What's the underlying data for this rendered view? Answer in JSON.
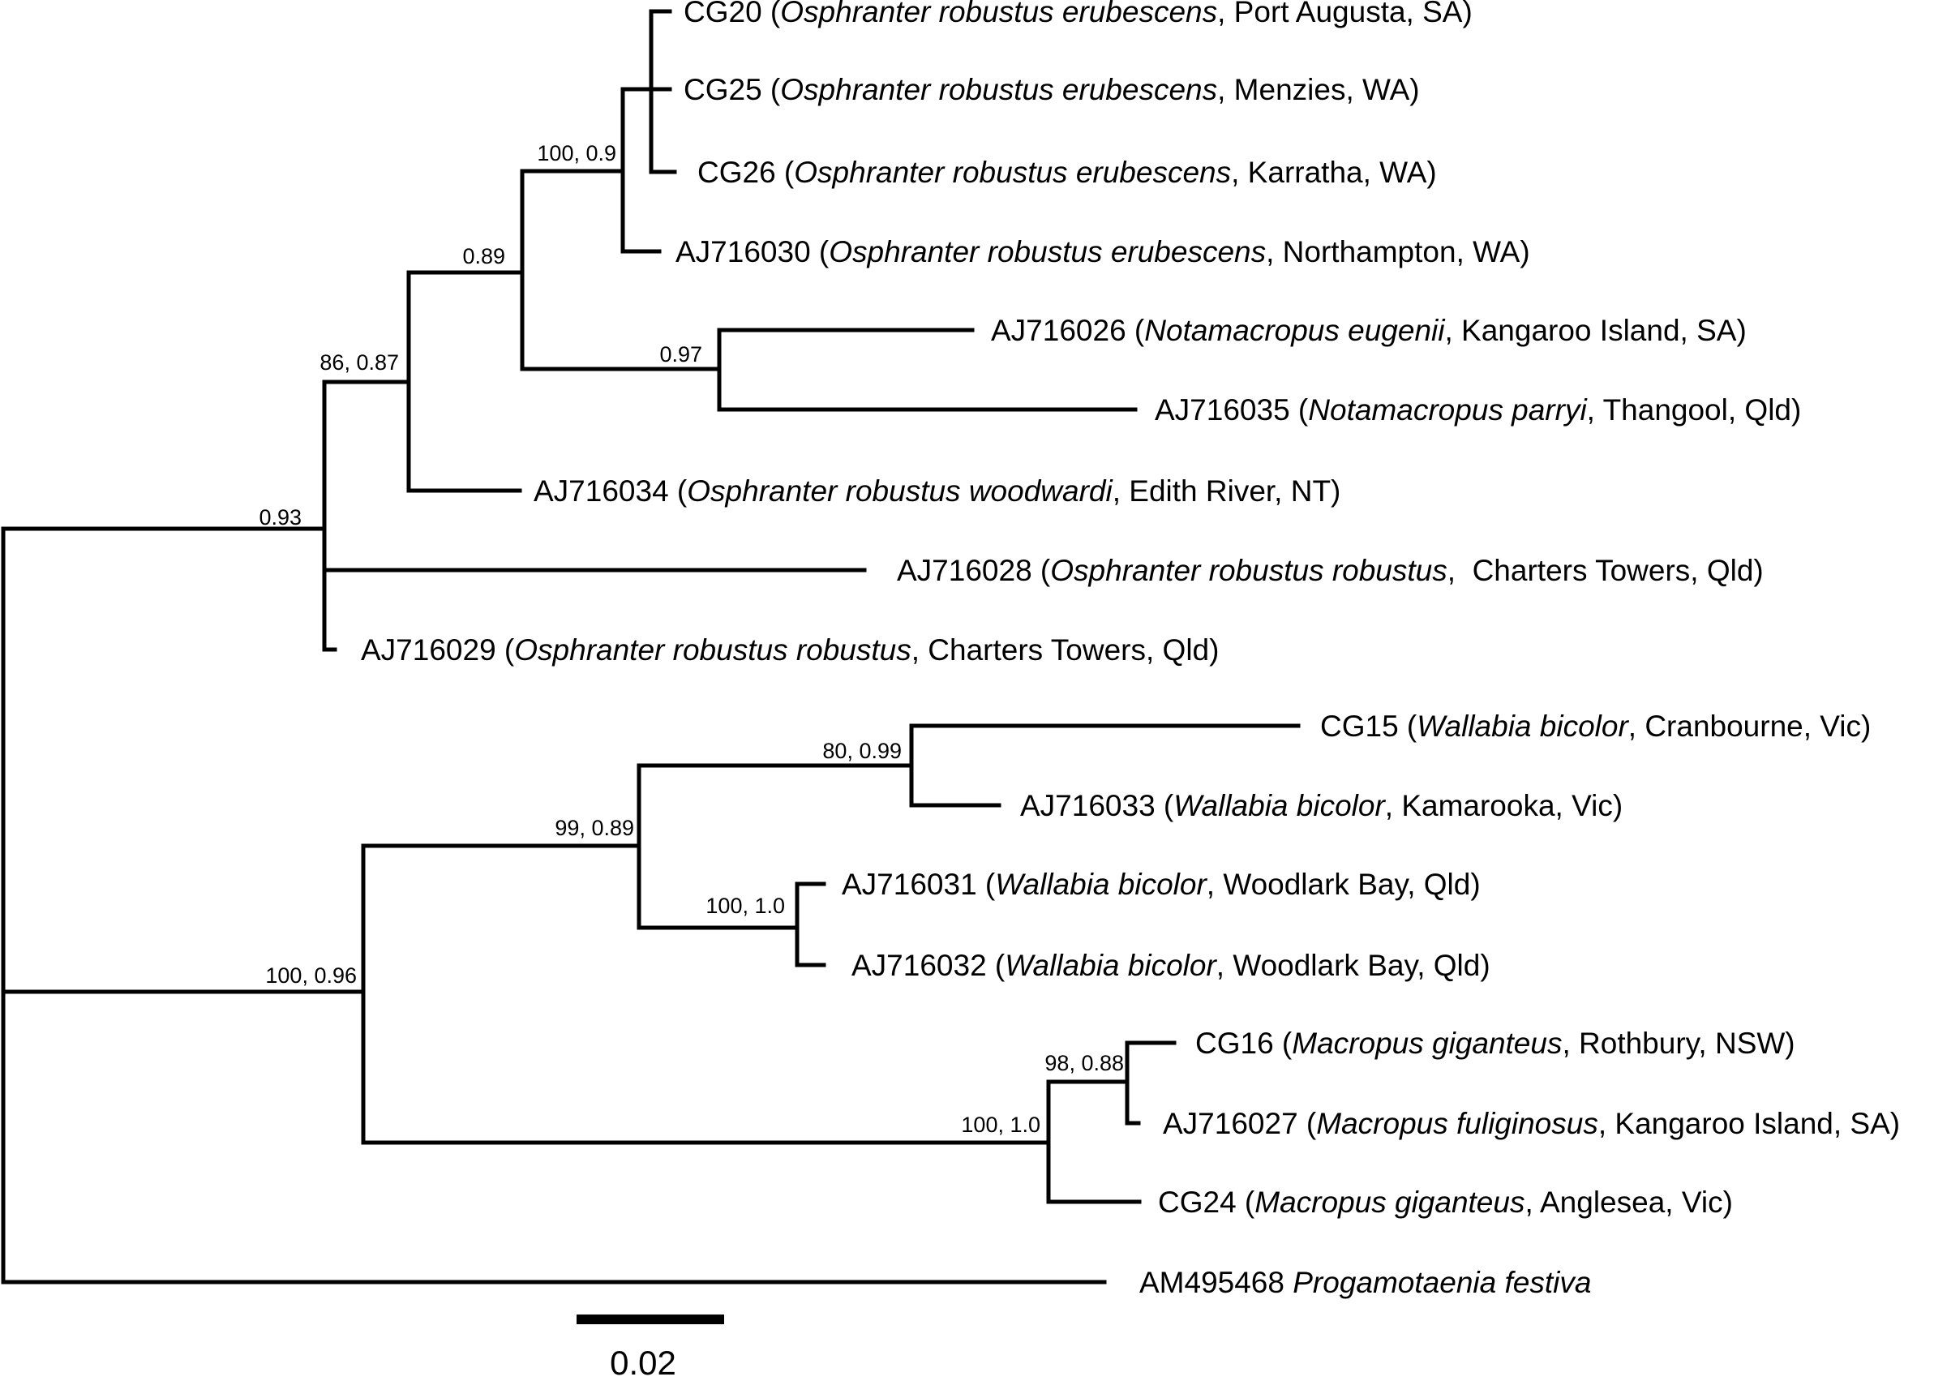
{
  "leaves": {
    "cg20": {
      "accession": "CG20",
      "open": " (",
      "taxon": "Osphranter robustus erubescens",
      "locality": ", Port Augusta, SA)"
    },
    "cg25": {
      "accession": "CG25",
      "open": " (",
      "taxon": "Osphranter robustus erubescens",
      "locality": ", Menzies, WA)"
    },
    "cg26": {
      "accession": "CG26",
      "open": " (",
      "taxon": "Osphranter robustus erubescens",
      "locality": ", Karratha, WA)"
    },
    "aj716030": {
      "accession": "AJ716030",
      "open": " (",
      "taxon": "Osphranter robustus erubescens",
      "locality": ", Northampton, WA)"
    },
    "aj716026": {
      "accession": "AJ716026",
      "open": " (",
      "taxon": "Notamacropus eugenii",
      "locality": ", Kangaroo Island, SA)"
    },
    "aj716035": {
      "accession": "AJ716035",
      "open": " (",
      "taxon": "Notamacropus parryi",
      "locality": ", Thangool, Qld)"
    },
    "aj716034": {
      "accession": "AJ716034",
      "open": " (",
      "taxon": "Osphranter robustus woodwardi",
      "locality": ", Edith River, NT)"
    },
    "aj716028": {
      "accession": "AJ716028",
      "open": " (",
      "taxon": "Osphranter robustus robustus",
      "locality": ",  Charters Towers, Qld)"
    },
    "aj716029": {
      "accession": "AJ716029",
      "open": " (",
      "taxon": "Osphranter robustus robustus",
      "locality": ", Charters Towers, Qld)"
    },
    "cg15": {
      "accession": "CG15",
      "open": " (",
      "taxon": "Wallabia bicolor",
      "locality": ", Cranbourne, Vic)"
    },
    "aj716033": {
      "accession": "AJ716033",
      "open": " (",
      "taxon": "Wallabia bicolor",
      "locality": ", Kamarooka, Vic)"
    },
    "aj716031": {
      "accession": "AJ716031",
      "open": " (",
      "taxon": "Wallabia bicolor",
      "locality": ", Woodlark Bay, Qld)"
    },
    "aj716032": {
      "accession": "AJ716032",
      "open": " (",
      "taxon": "Wallabia bicolor",
      "locality": ", Woodlark Bay, Qld)"
    },
    "cg16": {
      "accession": "CG16",
      "open": " (",
      "taxon": "Macropus giganteus",
      "locality": ", Rothbury, NSW)"
    },
    "aj716027": {
      "accession": "AJ716027",
      "open": " (",
      "taxon": "Macropus fuliginosus",
      "locality": ", Kangaroo Island, SA)"
    },
    "cg24": {
      "accession": "CG24",
      "open": " (",
      "taxon": "Macropus giganteus",
      "locality": ", Anglesea, Vic)"
    },
    "am495468": {
      "accession": "AM495468",
      "open": " ",
      "taxon": "Progamotaenia festiva",
      "locality": ""
    }
  },
  "support": {
    "n_erub": "100, 0.9",
    "n_a": "0.89",
    "n_notam": "0.97",
    "n_b": "86, 0.87",
    "n_robust": "0.93",
    "n_wb1": "80, 0.99",
    "n_wb": "99, 0.89",
    "n_wb2": "100, 1.0",
    "n_mac": "100,  0.96",
    "n_mg1": "98, 0.88",
    "n_mg": "100, 1.0"
  },
  "scale_bar": {
    "label": "0.02",
    "length": 0.02
  }
}
